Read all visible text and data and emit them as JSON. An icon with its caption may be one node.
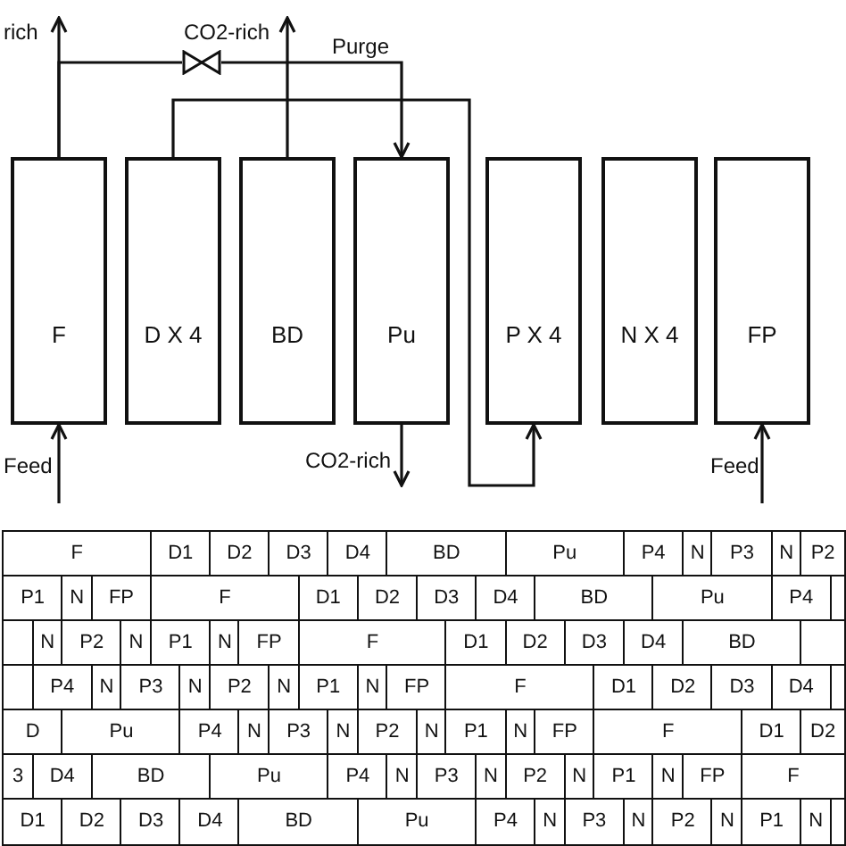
{
  "diagram": {
    "nodes": [
      {
        "text": [],
        "shape": "valve"
      },
      {
        "text": [
          "F"
        ]
      },
      {
        "text": [
          "D X 4"
        ]
      },
      {
        "text": [
          "BD"
        ]
      },
      {
        "text": [
          "Pu"
        ]
      },
      {
        "text": [
          "P X 4"
        ]
      },
      {
        "text": [
          "N X 4"
        ]
      },
      {
        "text": [
          "FP"
        ]
      }
    ],
    "edges": [
      {
        "from": 1,
        "to": null,
        "arrow": "to",
        "label": "rich"
      },
      {
        "from": 1,
        "to": 0,
        "arrow": "none"
      },
      {
        "from": 0,
        "to": 4,
        "arrow": "to",
        "label": "Purge"
      },
      {
        "from": 3,
        "to": null,
        "arrow": "to",
        "label": "CO2-rich"
      },
      {
        "from": 2,
        "to": 5,
        "arrow": "to"
      },
      {
        "from": null,
        "to": 1,
        "arrow": "to",
        "label": "Feed"
      },
      {
        "from": 4,
        "to": null,
        "arrow": "to",
        "label": "CO2-rich"
      },
      {
        "from": null,
        "to": 7,
        "arrow": "to",
        "label": "Feed"
      }
    ],
    "labels": [
      "F",
      "D1",
      "D2",
      "D3",
      "D4",
      "BD",
      "Pu",
      "P4",
      "N",
      "P3",
      "N",
      "P2",
      "P1",
      "N",
      "FP",
      "F",
      "D1",
      "D2",
      "D3",
      "D4",
      "BD",
      "Pu",
      "P4",
      "N",
      "P2",
      "N",
      "P1",
      "N",
      "FP",
      "F",
      "D1",
      "D2",
      "D3",
      "D4",
      "BD",
      "P4",
      "N",
      "P3",
      "N",
      "P2",
      "N",
      "P1",
      "N",
      "FP",
      "F",
      "D1",
      "D2",
      "D3",
      "D4",
      "D",
      "Pu",
      "P4",
      "N",
      "P3",
      "N",
      "P2",
      "N",
      "P1",
      "N",
      "FP",
      "F",
      "D1",
      "D2",
      "3",
      "D4",
      "BD",
      "Pu",
      "P4",
      "N",
      "P3",
      "N",
      "P2",
      "N",
      "P1",
      "N",
      "FP",
      "F",
      "D1",
      "D2",
      "D3",
      "D4",
      "BD",
      "Pu",
      "P4",
      "N",
      "P3",
      "N",
      "P2",
      "N",
      "P1",
      "N"
    ]
  }
}
